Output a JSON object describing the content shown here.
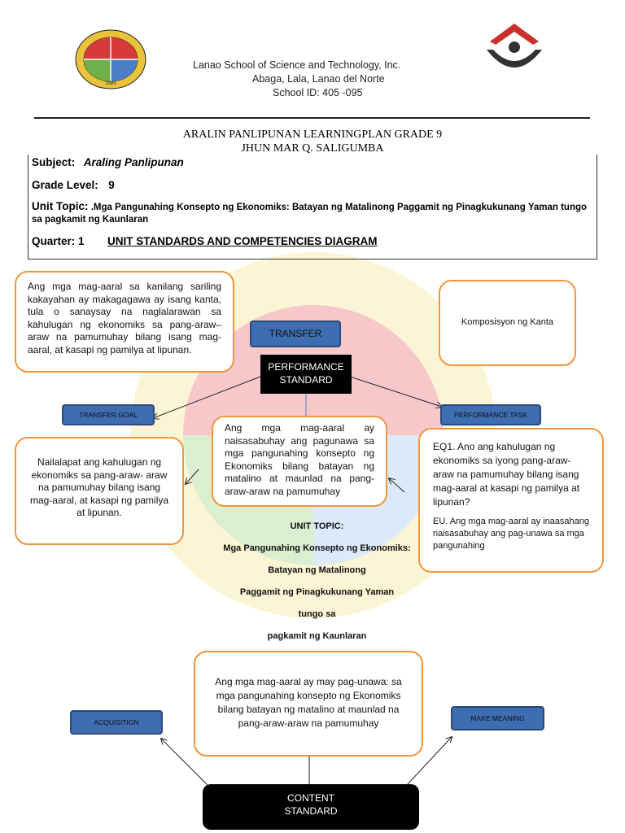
{
  "header": {
    "school_name": "Lanao School of Science and Technology, Inc.",
    "address": "Abaga, Lala, Lanao del Norte",
    "school_id": "School ID: 405 -095",
    "seal_year": "1985"
  },
  "titles": {
    "line1": "ARALIN PANLIPUNAN LEARNINGPLAN GRADE 9",
    "line2": "JHUN MAR Q. SALIGUMBA"
  },
  "info": {
    "subject_label": "Subject:",
    "subject_value": "Araling Panlipunan",
    "grade_label": "Grade Level:",
    "grade_value": "9",
    "unit_label": "Unit Topic:",
    "unit_value": ".Mga Pangunahing Konsepto ng Ekonomiks: Batayan  ng Matalinong Paggamit ng Pinagkukunang Yaman tungo sa pagkamit ng Kaunlaran",
    "quarter_label": "Quarter: 1",
    "diagram_title": "UNIT STANDARDS AND COMPETENCIES DIAGRAM"
  },
  "diagram": {
    "transfer_text": "Ang mga mag-aaral sa kanilang sariling kakayahan ay makagagawa ay isang kanta, tula o sanaysay na naglalarawan sa kahulugan ng ekonomiks sa pang-araw–araw na pamumuhay bilang isang mag-aaral, at kasapi ng pamilya at lipunan.",
    "transfer_label": "TRANSFER",
    "performance_standard": "PERFORMANCE STANDARD",
    "performance_task_text": "Komposisyon ng Kanta",
    "transfer_goal_label": "TRANSFER GOAL",
    "performance_task_label": "PERFORMANCE TASK",
    "transfer_goal_text": "Nailalapat ang kahulugan ng ekonomiks sa pang-araw- araw na pamumuhay bilang isang mag-aaral, at kasapi ng pamilya at lipunan.",
    "center_text": "Ang mga mag-aaral ay naisasabuhay ang pagunawa sa mga pangunahing konsepto ng Ekonomiks bilang batayan ng matalino at maunlad na pang-araw-araw na pamumuhay",
    "eq_text": "EQ1. Ano ang kahulugan ng ekonomiks sa iyong pang-araw-araw na pamumuhay bilang isang mag-aaral at kasapi ng pamilya at lipunan?",
    "eu_text": "EU. Ang mga mag-aaral ay inaasahang naisasabuhay ang pag-unawa sa mga pangunahing",
    "unit_topic_lines": [
      "UNIT TOPIC:",
      "Mga Pangunahing Konsepto ng Ekonomiks:",
      "Batayan  ng Matalinong",
      "Paggamit ng Pinagkukunang Yaman",
      "tungo sa",
      "pagkamit ng Kaunlaran"
    ],
    "content_text": "Ang mga mag-aaral ay may pag-unawa: sa mga pangunahing konsepto ng Ekonomiks bilang batayan ng matalino at maunlad na pang-araw-araw na pamumuhay",
    "acquisition_label": "ACQUISITION",
    "make_meaning_label": "MAKE MEANING",
    "content_standard": "CONTENT STANDARD"
  },
  "colors": {
    "accent_orange": "#f0963c",
    "button_blue": "#3e6db1",
    "logo_red": "#c9302c"
  }
}
